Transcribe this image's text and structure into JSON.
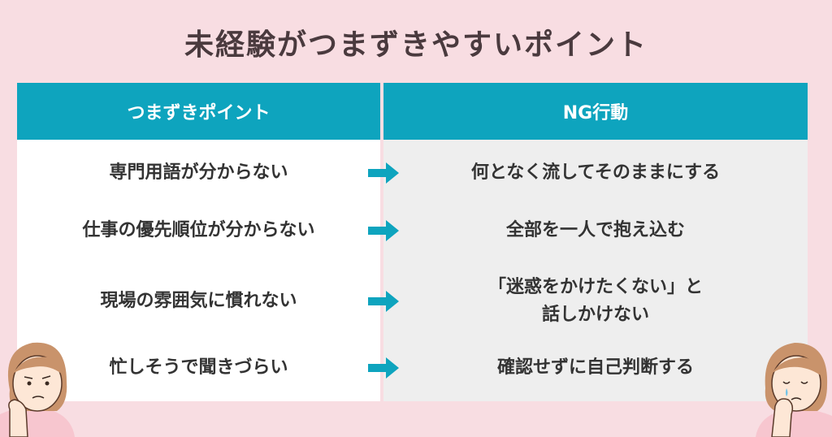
{
  "title": "未経験がつまずきやすいポイント",
  "headers": {
    "left": "つまずきポイント",
    "right": "NG行動"
  },
  "rows": [
    {
      "point": "専門用語が分からない",
      "ng": "何となく流してそのままにする"
    },
    {
      "point": "仕事の優先順位が分からない",
      "ng": "全部を一人で抱え込む"
    },
    {
      "point": "現場の雰囲気に慣れない",
      "ng": "「迷惑をかけたくない」と\n話しかけない"
    },
    {
      "point": "忙しそうで聞きづらい",
      "ng": "確認せずに自己判断する"
    }
  ],
  "colors": {
    "background": "#f8dde2",
    "header": "#0ea4be",
    "arrow": "#0ea4be",
    "title_text": "#4a3a3e"
  }
}
